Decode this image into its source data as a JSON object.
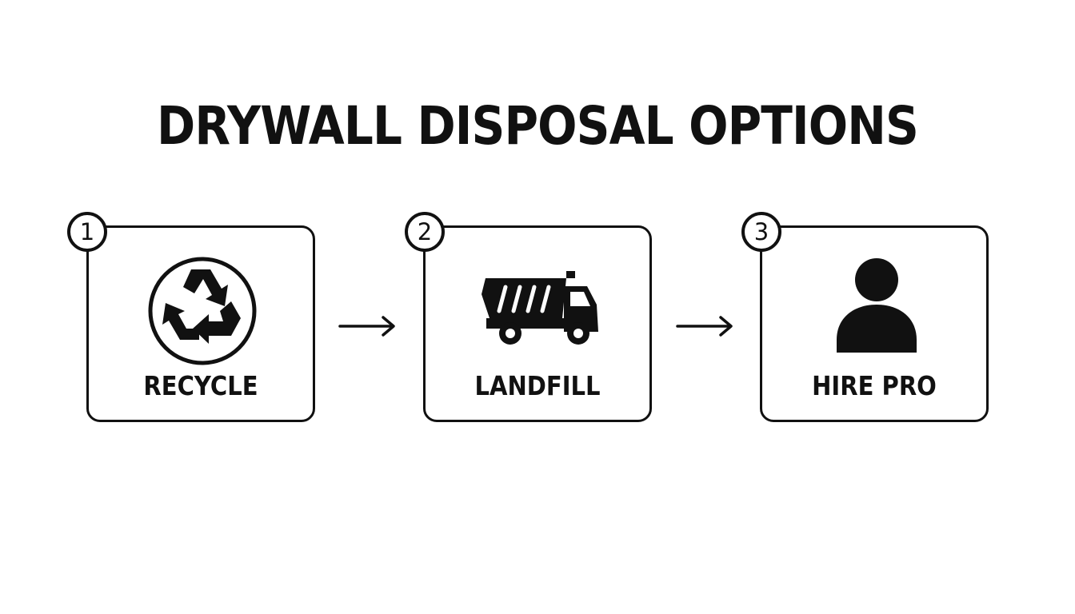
{
  "title": "DRYWALL DISPOSAL OPTIONS",
  "steps": [
    {
      "number": "1",
      "label": "RECYCLE",
      "icon": "recycle-icon"
    },
    {
      "number": "2",
      "label": "LANDFILL",
      "icon": "dump-truck-icon"
    },
    {
      "number": "3",
      "label": "HIRE PRO",
      "icon": "person-icon"
    }
  ],
  "colors": {
    "ink": "#111111",
    "background": "#ffffff"
  }
}
